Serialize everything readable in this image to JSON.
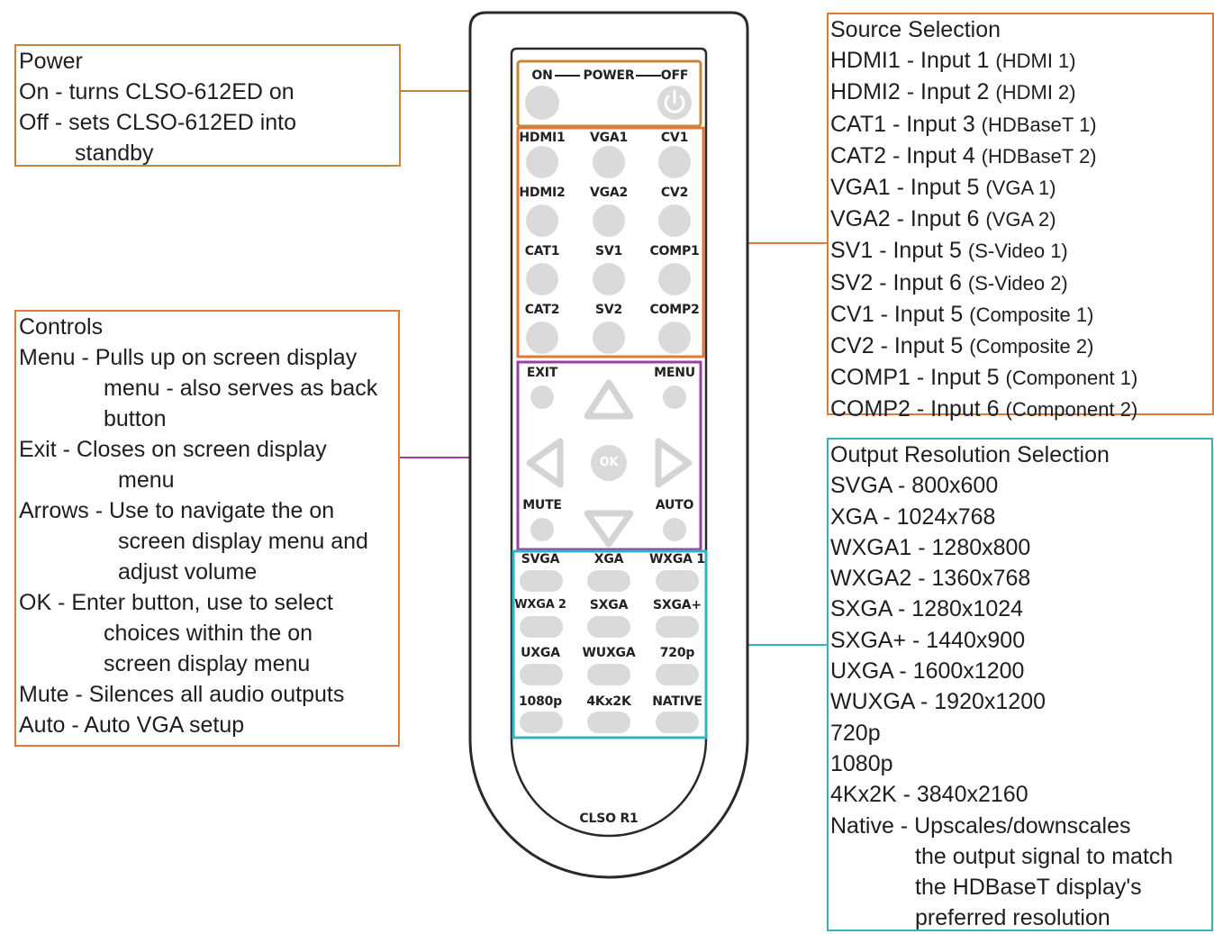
{
  "power": {
    "title": "Power",
    "on": "On - turns CLSO-612ED on",
    "off_1": "Off - sets CLSO-612ED into",
    "off_2": "standby"
  },
  "controls": {
    "title": "Controls",
    "lines": [
      "Menu - Pulls up on screen display",
      "menu - also serves as back",
      "button",
      "Exit - Closes on screen display",
      "menu",
      "Arrows - Use to navigate the on",
      "screen display menu and",
      "adjust volume",
      "OK - Enter button, use to select",
      "choices within the on",
      "screen display menu",
      "Mute - Silences all audio outputs",
      "Auto - Auto VGA setup"
    ]
  },
  "source": {
    "title": "Source Selection",
    "items": [
      {
        "main": "HDMI1 - Input 1",
        "sub": "(HDMI 1)"
      },
      {
        "main": "HDMI2 - Input 2",
        "sub": "(HDMI 2)"
      },
      {
        "main": "CAT1 - Input 3",
        "sub": "(HDBaseT 1)"
      },
      {
        "main": "CAT2 - Input 4",
        "sub": "(HDBaseT 2)"
      },
      {
        "main": "VGA1 - Input 5",
        "sub": "(VGA 1)"
      },
      {
        "main": "VGA2 - Input 6",
        "sub": "(VGA 2)"
      },
      {
        "main": "SV1 - Input 5",
        "sub": "(S-Video 1)"
      },
      {
        "main": "SV2 - Input 6",
        "sub": "(S-Video 2)"
      },
      {
        "main": "CV1 - Input 5",
        "sub": "(Composite 1)"
      },
      {
        "main": "CV2 - Input 5",
        "sub": "(Composite 2)"
      },
      {
        "main": "COMP1 - Input 5",
        "sub": "(Component 1)"
      },
      {
        "main": "COMP2 - Input 6",
        "sub": "(Component 2)"
      }
    ]
  },
  "output": {
    "title": "Output Resolution Selection",
    "lines": [
      "SVGA - 800x600",
      "XGA - 1024x768",
      "WXGA1 - 1280x800",
      "WXGA2 - 1360x768",
      "SXGA - 1280x1024",
      "SXGA+ - 1440x900",
      "UXGA - 1600x1200",
      "WUXGA - 1920x1200",
      "720p",
      "1080p",
      "4Kx2K - 3840x2160",
      "Native - Upscales/downscales",
      "the output signal to match",
      "the HDBaseT display's",
      "preferred resolution"
    ]
  },
  "remote": {
    "model": "CLSO R1",
    "power_on": "ON",
    "power_label": "POWER",
    "power_off": "OFF",
    "source_row1": [
      "HDMI1",
      "VGA1",
      "CV1"
    ],
    "source_row2": [
      "HDMI2",
      "VGA2",
      "CV2"
    ],
    "source_row3": [
      "CAT1",
      "SV1",
      "COMP1"
    ],
    "source_row4": [
      "CAT2",
      "SV2",
      "COMP2"
    ],
    "nav": {
      "exit": "EXIT",
      "menu": "MENU",
      "ok": "OK",
      "mute": "MUTE",
      "auto": "AUTO"
    },
    "res_row1": [
      "SVGA",
      "XGA",
      "WXGA 1"
    ],
    "res_row2": [
      "WXGA 2",
      "SXGA",
      "SXGA+"
    ],
    "res_row3": [
      "UXGA",
      "WUXGA",
      "720p"
    ],
    "res_row4": [
      "1080p",
      "4Kx2K",
      "NATIVE"
    ]
  },
  "colors": {
    "power": "#c8853a",
    "source": "#e0783a",
    "controls": "#9b3fa6",
    "output": "#2fb6c5",
    "button": "#dadada"
  }
}
